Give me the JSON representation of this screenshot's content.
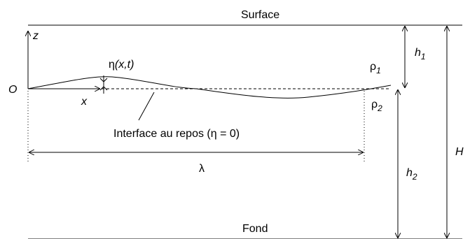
{
  "labels": {
    "surface": "Surface",
    "bottom": "Fond",
    "axis_z": "z",
    "origin": "O",
    "axis_x": "x",
    "eta": "η",
    "eta_args": "(x,t)",
    "rho": "ρ",
    "rho1_sub": "1",
    "rho2_sub": "2",
    "h": "h",
    "h1_sub": "1",
    "h2_sub": "2",
    "total_depth": "H",
    "wavelength": "λ",
    "rest_interface": "Interface au repos (η = 0)"
  }
}
